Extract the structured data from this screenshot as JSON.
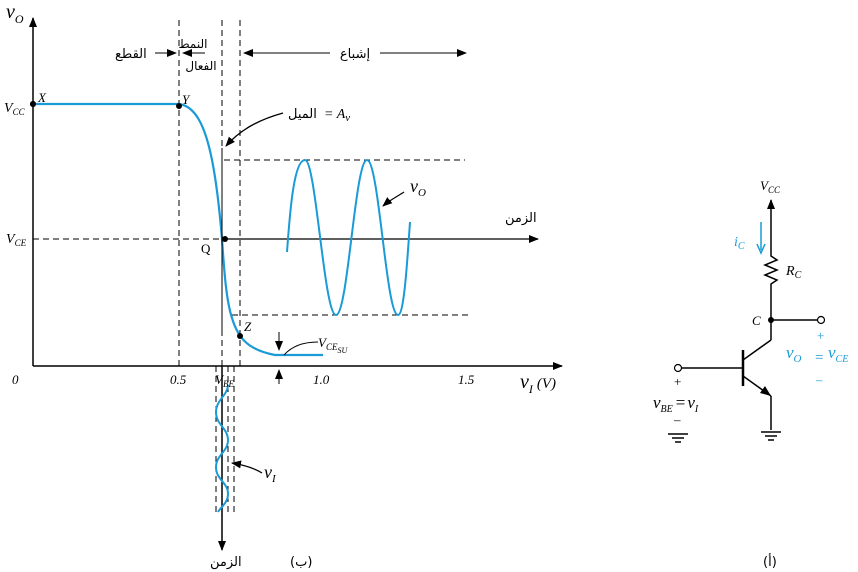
{
  "graph": {
    "y_axis_label": "v",
    "y_axis_sub": "O",
    "x_axis_label": "v",
    "x_axis_sub": "I",
    "x_axis_unit": "(V)",
    "origin": "0",
    "x_ticks": [
      "0.5",
      "1.0",
      "1.5"
    ],
    "vbe_label": "V",
    "vbe_sub": "BE",
    "vcc_label": "V",
    "vcc_sub": "CC",
    "vce_label": "V",
    "vce_sub": "CE",
    "point_x": "X",
    "point_y": "Y",
    "point_q": "Q",
    "point_z": "Z",
    "vcesat_label": "V",
    "vcesat_sub": "CE",
    "vcesat_sub2": "SU",
    "region_cutoff": "القطع",
    "region_active_1": "النمط",
    "region_active_2": "الفعال",
    "region_saturation": "إشباع",
    "slope_label": "الميل",
    "slope_eq": "= A",
    "slope_sym": "v",
    "time_label_right": "الزمن",
    "time_label_bottom": "الزمن",
    "vo_label": "v",
    "vo_sub": "O",
    "vi_label": "v",
    "vi_sub": "I",
    "caption": "(ب)"
  },
  "circuit": {
    "vcc_label": "V",
    "vcc_sub": "CC",
    "ic_label": "i",
    "ic_sub": "C",
    "rc_label": "R",
    "rc_sub": "C",
    "c_label": "C",
    "plus_out": "+",
    "minus_out": "–",
    "vo_label": "v",
    "vo_sub": "O",
    "eq": "=",
    "vce_label": "v",
    "vce_sub": "CE",
    "plus_in": "+",
    "minus_in": "–",
    "vbe_label": "v",
    "vbe_sub": "BE",
    "vbe_eq": "=",
    "vi_label": "v",
    "vi_sub": "I",
    "caption": "(أ)"
  },
  "colors": {
    "accent": "#1a9ad6",
    "ink": "#000000"
  }
}
